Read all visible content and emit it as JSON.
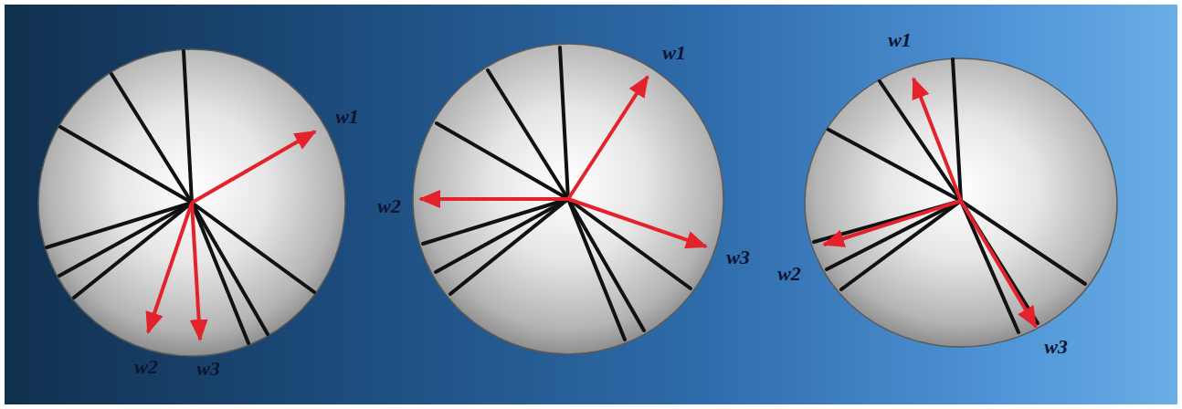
{
  "diagram": {
    "labels": [
      "w1",
      "w2",
      "w3",
      "w1",
      "w2",
      "w3",
      "w1",
      "w2",
      "w3"
    ]
  }
}
